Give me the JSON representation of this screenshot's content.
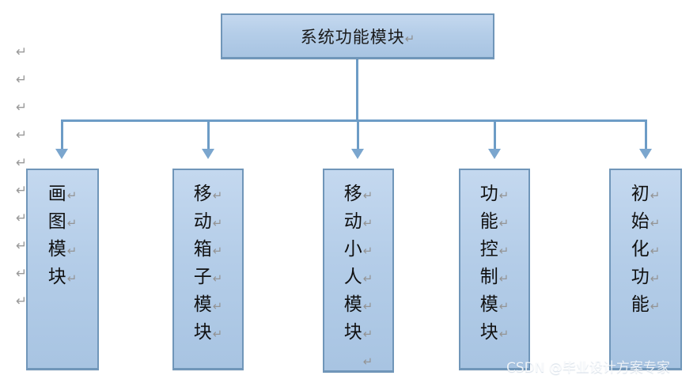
{
  "diagram": {
    "title_box": {
      "text": "系统功能模块",
      "paragraph_mark": "↵"
    },
    "paragraph_mark": "↵",
    "nodes": [
      {
        "name": "drawing-module",
        "chars": [
          "画",
          "图",
          "模",
          "块"
        ],
        "trailing_blank_marks": 0
      },
      {
        "name": "move-box-module",
        "chars": [
          "移",
          "动",
          "箱",
          "子",
          "模",
          "块"
        ],
        "trailing_blank_marks": 0
      },
      {
        "name": "move-person-module",
        "chars": [
          "移",
          "动",
          "小",
          "人",
          "模",
          "块"
        ],
        "trailing_blank_marks": 1
      },
      {
        "name": "function-control-module",
        "chars": [
          "功",
          "能",
          "控",
          "制",
          "模",
          "块"
        ],
        "trailing_blank_marks": 0
      },
      {
        "name": "initialization-function",
        "chars": [
          "初",
          "始",
          "化",
          "功",
          "能"
        ],
        "trailing_blank_marks": 0
      }
    ],
    "margin_marks_count": 11,
    "colors": {
      "box_fill_top": "#c4d8ef",
      "box_fill_bottom": "#a8c4e2",
      "box_border": "#7096b9",
      "connector": "#6d9cc6",
      "arrow": "#7ba6ce",
      "text": "#111111",
      "paragraph_mark": "#949494"
    }
  },
  "watermark": {
    "text": "CSDN @毕业设计方案专家"
  }
}
